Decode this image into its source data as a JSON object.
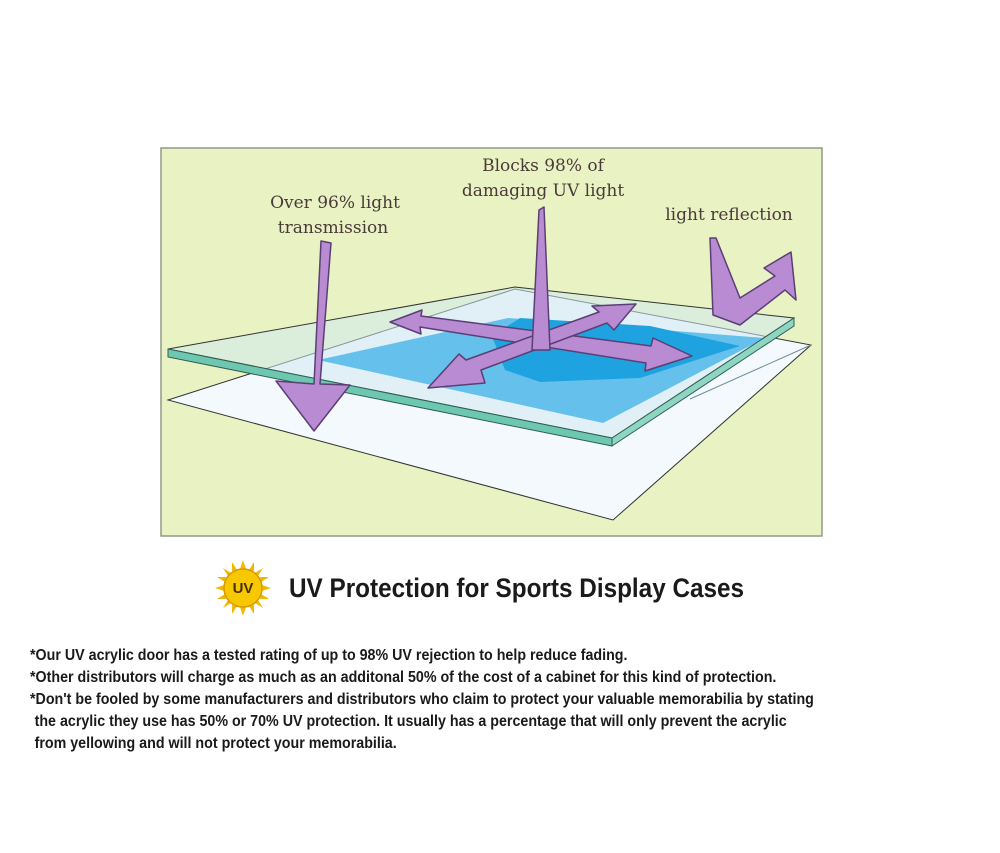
{
  "diagram": {
    "labels": {
      "transmission_line1": "Over 96% light",
      "transmission_line2": "transmission",
      "blocks_line1": "Blocks 98% of",
      "blocks_line2": "damaging UV light",
      "reflection": "light reflection"
    },
    "colors": {
      "panel_background": "#e9f2c2",
      "arrow_fill": "#b88bd3",
      "arrow_stroke": "#5a3f74",
      "acrylic_edge": "#6ec8b0",
      "uv_area": "#4fb8ea",
      "base_sheet": "#f3f9fd"
    }
  },
  "badge": {
    "text": "UV",
    "icon": "uv-sun-icon"
  },
  "title": "UV Protection for Sports Display Cases",
  "notes": [
    "*Our UV acrylic door has a tested rating of up to 98% UV rejection to help reduce fading.",
    "*Other distributors will charge as much as an additonal 50% of the cost of a cabinet for this kind of protection.",
    "*Don't be fooled by some manufacturers and distributors who claim to protect your valuable memorabilia by stating",
    "the acrylic they use has 50% or 70% UV protection.  It usually has a percentage that will only prevent the acrylic",
    "from yellowing and will not protect your memorabilia."
  ]
}
